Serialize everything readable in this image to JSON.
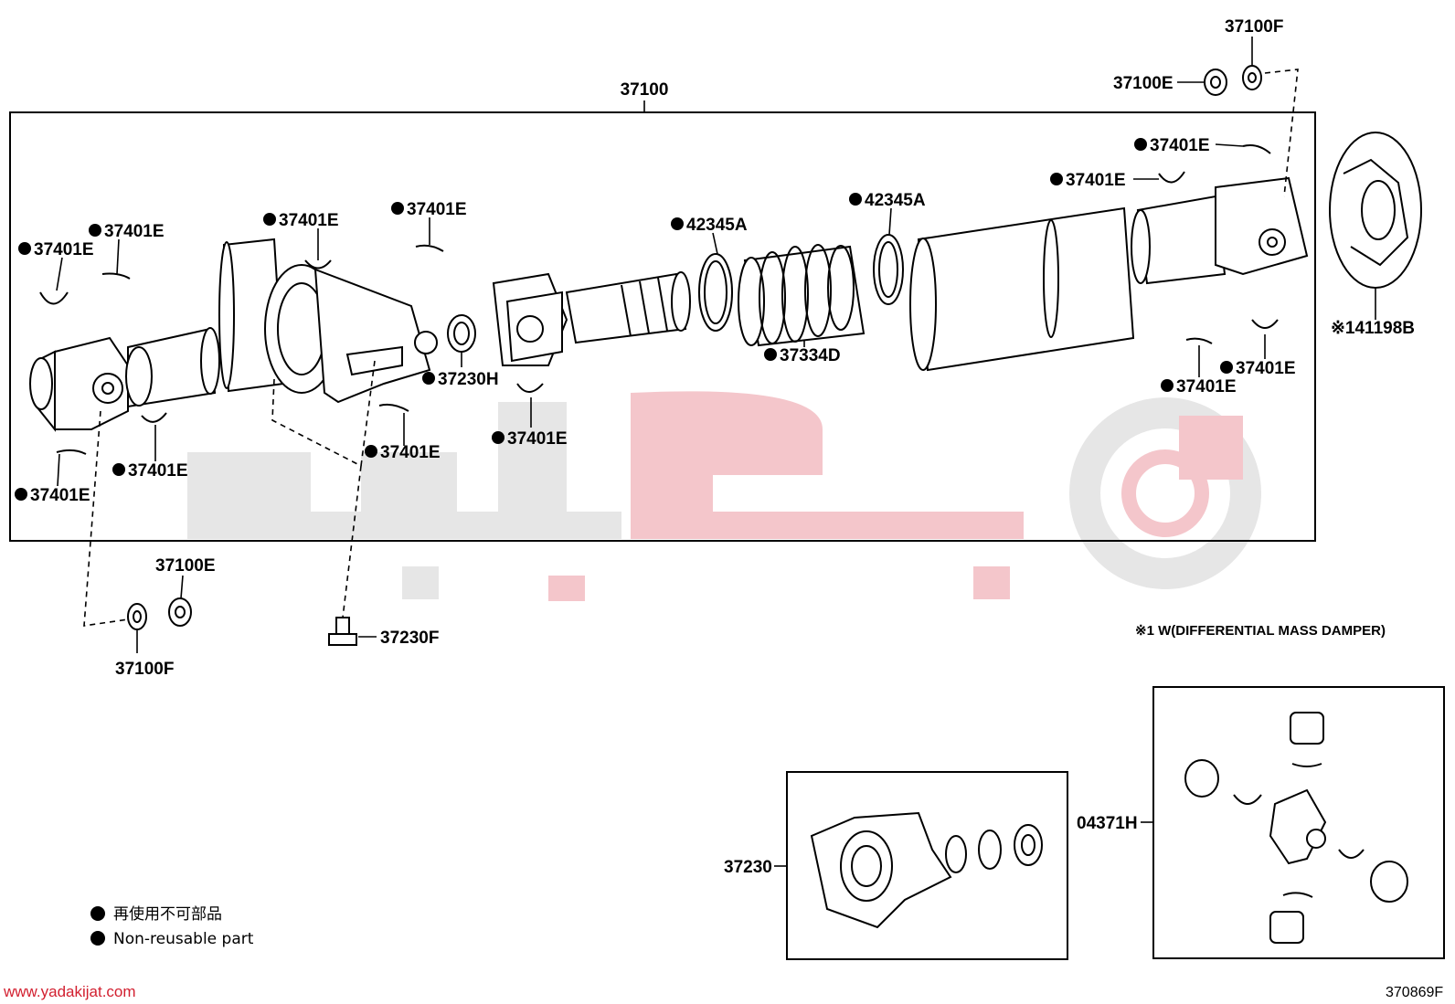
{
  "assembly_label": "37100",
  "labels": {
    "nut_top": "37100E",
    "washer_top": "37100F",
    "clip_1": "37401E",
    "clip_2": "37401E",
    "clip_3": "37401E",
    "clip_4": "37401E",
    "clip_5": "37401E",
    "clip_6": "37401E",
    "clip_7": "37401E",
    "clip_8": "37401E",
    "clip_9": "37401E",
    "clip_10": "37401E",
    "clip_11": "37401E",
    "clip_12": "37401E",
    "band_1": "42345A",
    "band_2": "42345A",
    "boot": "37334D",
    "bearing_seal": "37230H",
    "damper": "※141198B",
    "nut_bottom": "37100E",
    "washer_bottom": "37100F",
    "bolt": "37230F",
    "center_bearing": "37230",
    "spider_kit": "04371H"
  },
  "note_damper": "※1 W(DIFFERENTIAL MASS DAMPER)",
  "legend": {
    "line_1": "再使用不可部品",
    "line_2": "Non-reusable part"
  },
  "footer": {
    "website": "www.yadakijat.com",
    "figure_code": "370869F"
  },
  "colors": {
    "watermark_gray": "#e6e6e6",
    "watermark_red": "#f4c6cb",
    "website_red": "#d21f2f"
  }
}
